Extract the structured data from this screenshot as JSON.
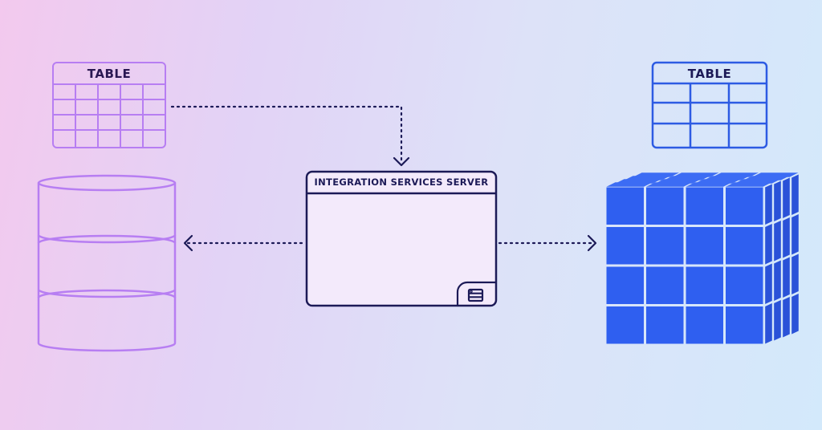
{
  "diagram": {
    "left_table": {
      "title": "TABLE"
    },
    "right_table": {
      "title": "TABLE"
    },
    "server": {
      "title": "INTEGRATION SERVICES SERVER",
      "icon": "server-rack-icon"
    },
    "database": {
      "icon": "database-cylinder-icon"
    },
    "cube": {
      "icon": "olap-cube-icon"
    },
    "colors": {
      "purple": "#b77ef2",
      "navy": "#1c1a57",
      "blue": "#2d5be3",
      "cube_blue": "#2f5ff0"
    }
  }
}
